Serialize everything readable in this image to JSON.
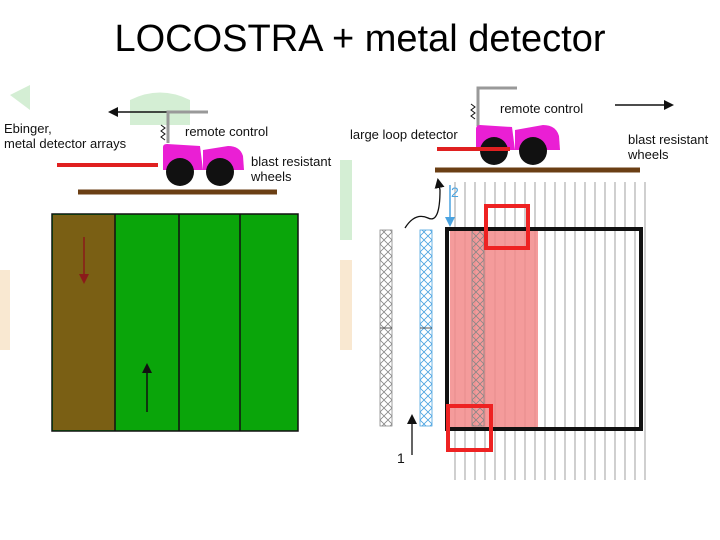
{
  "title": "LOCOSTRA + metal detector",
  "colors": {
    "robot_magenta": "#ea1fd4",
    "wheel_black": "#111111",
    "ground_brown": "#6b3f14",
    "detector_red": "#e02020",
    "field_green": "#0aa50a",
    "field_olive": "#7a5f14",
    "scan_pink": "#f28a8a",
    "marker_red": "#ee2222",
    "path_blue": "#4aa3e0",
    "watermark_green": "#cfeccf",
    "watermark_tan": "#f8e6cc"
  },
  "left_diagram": {
    "label_detector": "Ebinger,\nmetal detector arrays",
    "label_remote": "remote control",
    "label_wheels": "blast resistant\nwheels"
  },
  "right_diagram": {
    "label_detector": "large loop detector",
    "label_remote": "remote control",
    "label_wheels": "blast resistant\nwheels",
    "pass_1": "1",
    "pass_2": "2"
  }
}
